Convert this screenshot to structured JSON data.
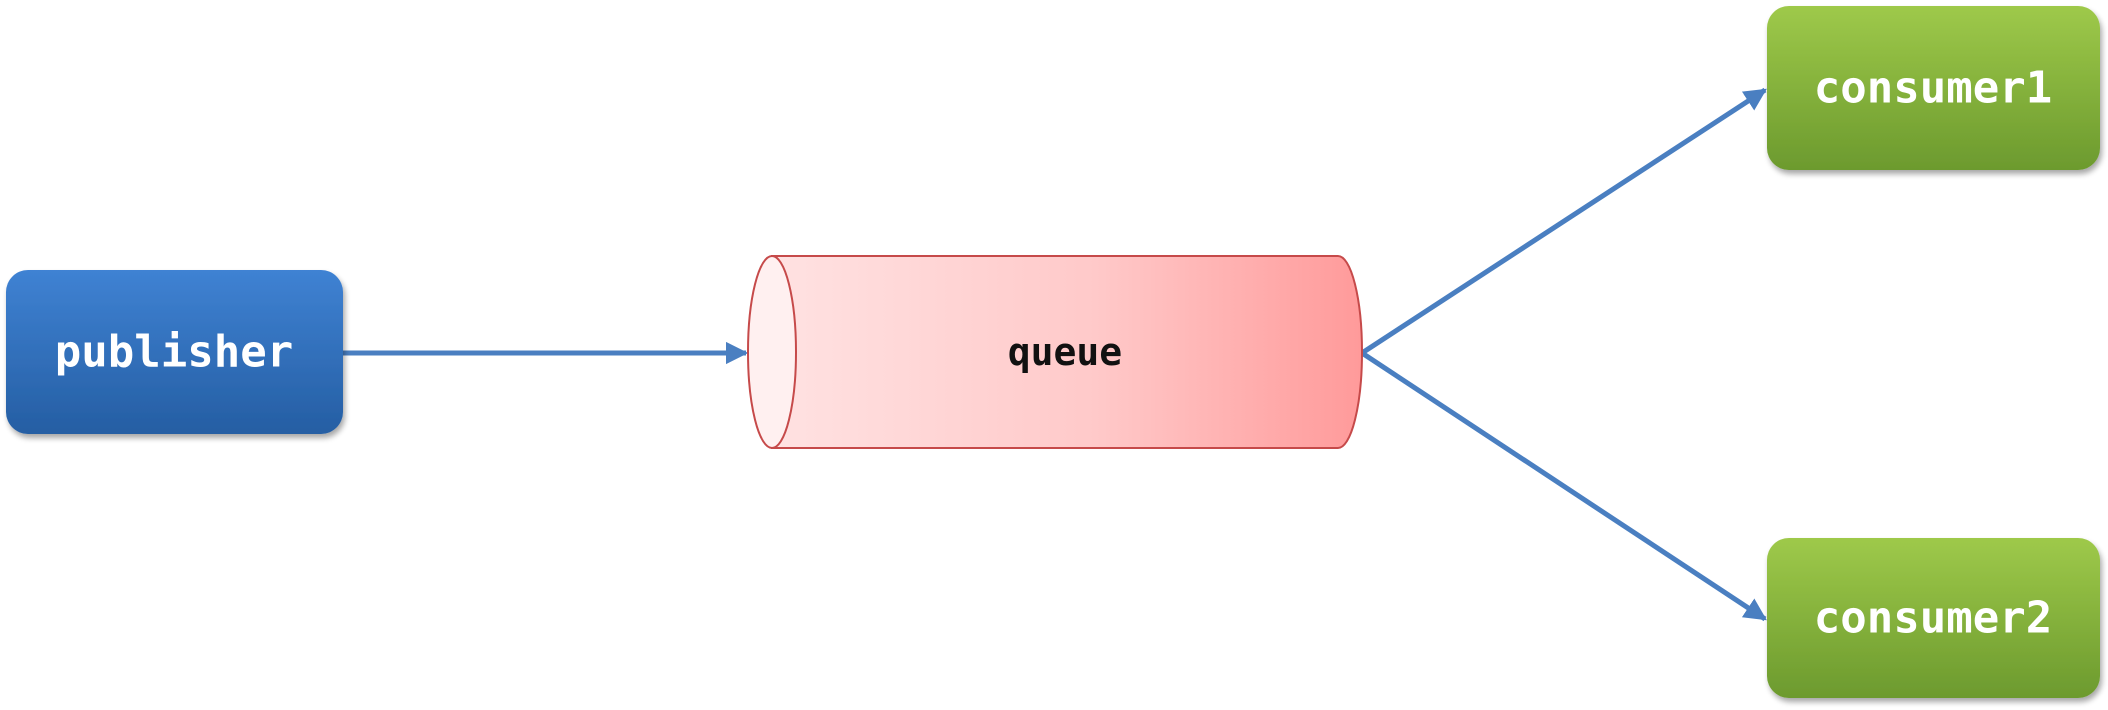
{
  "diagram": {
    "nodes": {
      "publisher": {
        "label": "publisher",
        "color": "#2e6db8"
      },
      "queue": {
        "label": "queue",
        "color": "#ff9c9c"
      },
      "consumer1": {
        "label": "consumer1",
        "color": "#7aaa35"
      },
      "consumer2": {
        "label": "consumer2",
        "color": "#7aaa35"
      }
    },
    "edges": [
      {
        "from": "publisher",
        "to": "queue"
      },
      {
        "from": "queue",
        "to": "consumer1"
      },
      {
        "from": "queue",
        "to": "consumer2"
      }
    ],
    "edge_color": "#4a7fc1"
  }
}
